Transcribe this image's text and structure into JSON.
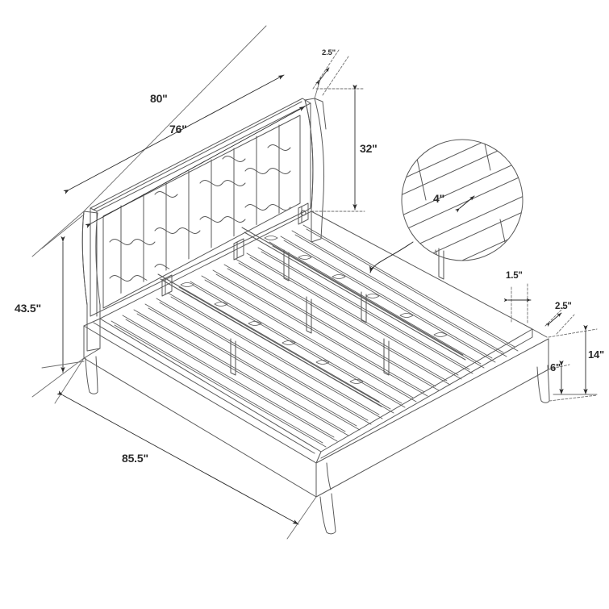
{
  "drawing": {
    "title": "Upholstered Platform Bed Dimension Drawing",
    "view": "isometric line drawing",
    "background_color": "#ffffff",
    "line_color": "#5a5a5a",
    "text_color": "#2b2b2b",
    "dim_line_color": "#6e6e6e"
  },
  "dimensions": {
    "overall_width": "80\"",
    "headboard_width": "76\"",
    "headboard_height_above_rail": "32\"",
    "post_thickness_top": "2.5\"",
    "overall_height": "43.5\"",
    "overall_length": "85.5\"",
    "rail_top_thickness": "1.5\"",
    "side_rail_thickness": "2.5\"",
    "frame_height": "14\"",
    "leg_height": "6\"",
    "slat_width": "4\""
  },
  "callout": {
    "detail_label": "4\"",
    "detail_shape": "circle",
    "detail_subject": "slat width detail"
  },
  "parts": {
    "headboard": "channel tufted wingback headboard",
    "side_rail": "upholstered side rail",
    "slats": "wooden slat platform",
    "center_support": "center support rail",
    "legs": "tapered wooden legs",
    "bracket": "metal headboard bracket"
  }
}
